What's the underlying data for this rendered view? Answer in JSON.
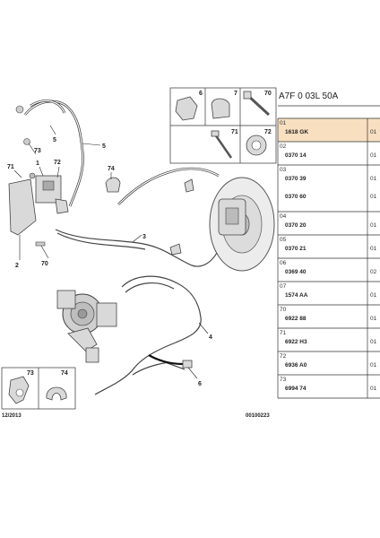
{
  "header": {
    "model_code": "A7F 0 03L 50A"
  },
  "callouts": [
    "1",
    "2",
    "3",
    "4",
    "5",
    "6",
    "70",
    "71",
    "72",
    "73",
    "74"
  ],
  "inset_top": {
    "labels": [
      "6",
      "7",
      "70",
      "71",
      "72"
    ]
  },
  "inset_bottom": {
    "labels": [
      "73",
      "74"
    ]
  },
  "footer": {
    "date": "12/2013",
    "code": "00100223"
  },
  "parts_table": {
    "rows": [
      {
        "index": "01",
        "refs": [
          "1618 GK"
        ],
        "qty": [
          "01"
        ],
        "highlight": true
      },
      {
        "index": "02",
        "refs": [
          "0370 14"
        ],
        "qty": [
          "01"
        ]
      },
      {
        "index": "03",
        "refs": [
          "0370 39",
          "0370 60"
        ],
        "qty": [
          "01",
          "01"
        ]
      },
      {
        "index": "04",
        "refs": [
          "0370 20"
        ],
        "qty": [
          "01"
        ]
      },
      {
        "index": "05",
        "refs": [
          "0370 21"
        ],
        "qty": [
          "01"
        ]
      },
      {
        "index": "06",
        "refs": [
          "0369 40"
        ],
        "qty": [
          "02"
        ]
      },
      {
        "index": "07",
        "refs": [
          "1574 AA"
        ],
        "qty": [
          "01"
        ]
      },
      {
        "index": "70",
        "refs": [
          "6922 88"
        ],
        "qty": [
          "01"
        ]
      },
      {
        "index": "71",
        "refs": [
          "6922 H3"
        ],
        "qty": [
          "01"
        ]
      },
      {
        "index": "72",
        "refs": [
          "6936 A0"
        ],
        "qty": [
          "01"
        ]
      },
      {
        "index": "73",
        "refs": [
          "6994 74"
        ],
        "qty": [
          "01"
        ]
      }
    ]
  }
}
